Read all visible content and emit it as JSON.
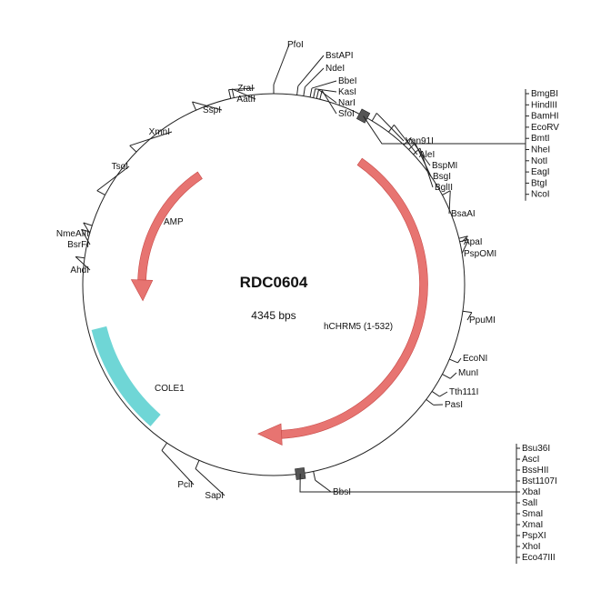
{
  "plasmid": {
    "name": "RDC0604",
    "size_text": "4345 bps",
    "length_bp": 4345
  },
  "features": [
    {
      "id": "amp",
      "label": "AMP",
      "kind": "arrow",
      "color": "#e77471",
      "start_deg": 326,
      "end_deg": 263,
      "direction": "ccw"
    },
    {
      "id": "hchrm5",
      "label": "hCHRM5 (1-532)",
      "kind": "arrow",
      "color": "#e77471",
      "start_deg": 35,
      "end_deg": 186,
      "direction": "cw"
    },
    {
      "id": "cole1",
      "label": "COLE1",
      "kind": "block",
      "color": "#6fd6d6",
      "start_deg": 221,
      "end_deg": 256
    }
  ],
  "sites": [
    {
      "label": "PfoI",
      "angle": 0
    },
    {
      "label": "BstAPI",
      "angle": 7
    },
    {
      "label": "NdeI",
      "angle": 9
    },
    {
      "label": "BbeI",
      "angle": 11
    },
    {
      "label": "KasI",
      "angle": 12
    },
    {
      "label": "NarI",
      "angle": 13
    },
    {
      "label": "SfoI",
      "angle": 14
    },
    {
      "label": "ZraI",
      "angle": 347
    },
    {
      "label": "AatII",
      "angle": 348
    },
    {
      "label": "SspI",
      "angle": 336
    },
    {
      "label": "XmnI",
      "angle": 314
    },
    {
      "label": "TsoI",
      "angle": 298
    },
    {
      "label": "NmeAIII",
      "angle": 288
    },
    {
      "label": "BsrFI",
      "angle": 286
    },
    {
      "label": "AhdI",
      "angle": 278
    },
    {
      "label": "Van91I",
      "angle": 31
    },
    {
      "label": "AleI",
      "angle": 37
    },
    {
      "label": "BspMI",
      "angle": 43
    },
    {
      "label": "BsgI",
      "angle": 45
    },
    {
      "label": "BglII",
      "angle": 47
    },
    {
      "label": "BsaAI",
      "angle": 62
    },
    {
      "label": "ApaI",
      "angle": 76
    },
    {
      "label": "PspOMI",
      "angle": 77
    },
    {
      "label": "PpuMI",
      "angle": 98
    },
    {
      "label": "EcoNI",
      "angle": 113
    },
    {
      "label": "MunI",
      "angle": 118
    },
    {
      "label": "Tth111I",
      "angle": 124
    },
    {
      "label": "PasI",
      "angle": 127
    },
    {
      "label": "PciI",
      "angle": 214
    },
    {
      "label": "SapI",
      "angle": 203
    },
    {
      "label": "BbsI",
      "angle": 168
    }
  ],
  "cluster_top": {
    "anchor_angle": 28,
    "labels": [
      "BmgBI",
      "HindIII",
      "BamHI",
      "EcoRV",
      "BmtI",
      "NheI",
      "NotI",
      "EagI",
      "BtgI",
      "NcoI"
    ]
  },
  "cluster_bottom": {
    "anchor_angle": 172,
    "labels": [
      "Bsu36I",
      "AscI",
      "BssHII",
      "Bst1107I",
      "XbaI",
      "SalI",
      "SmaI",
      "XmaI",
      "PspXI",
      "XhoI",
      "Eco47III"
    ]
  }
}
